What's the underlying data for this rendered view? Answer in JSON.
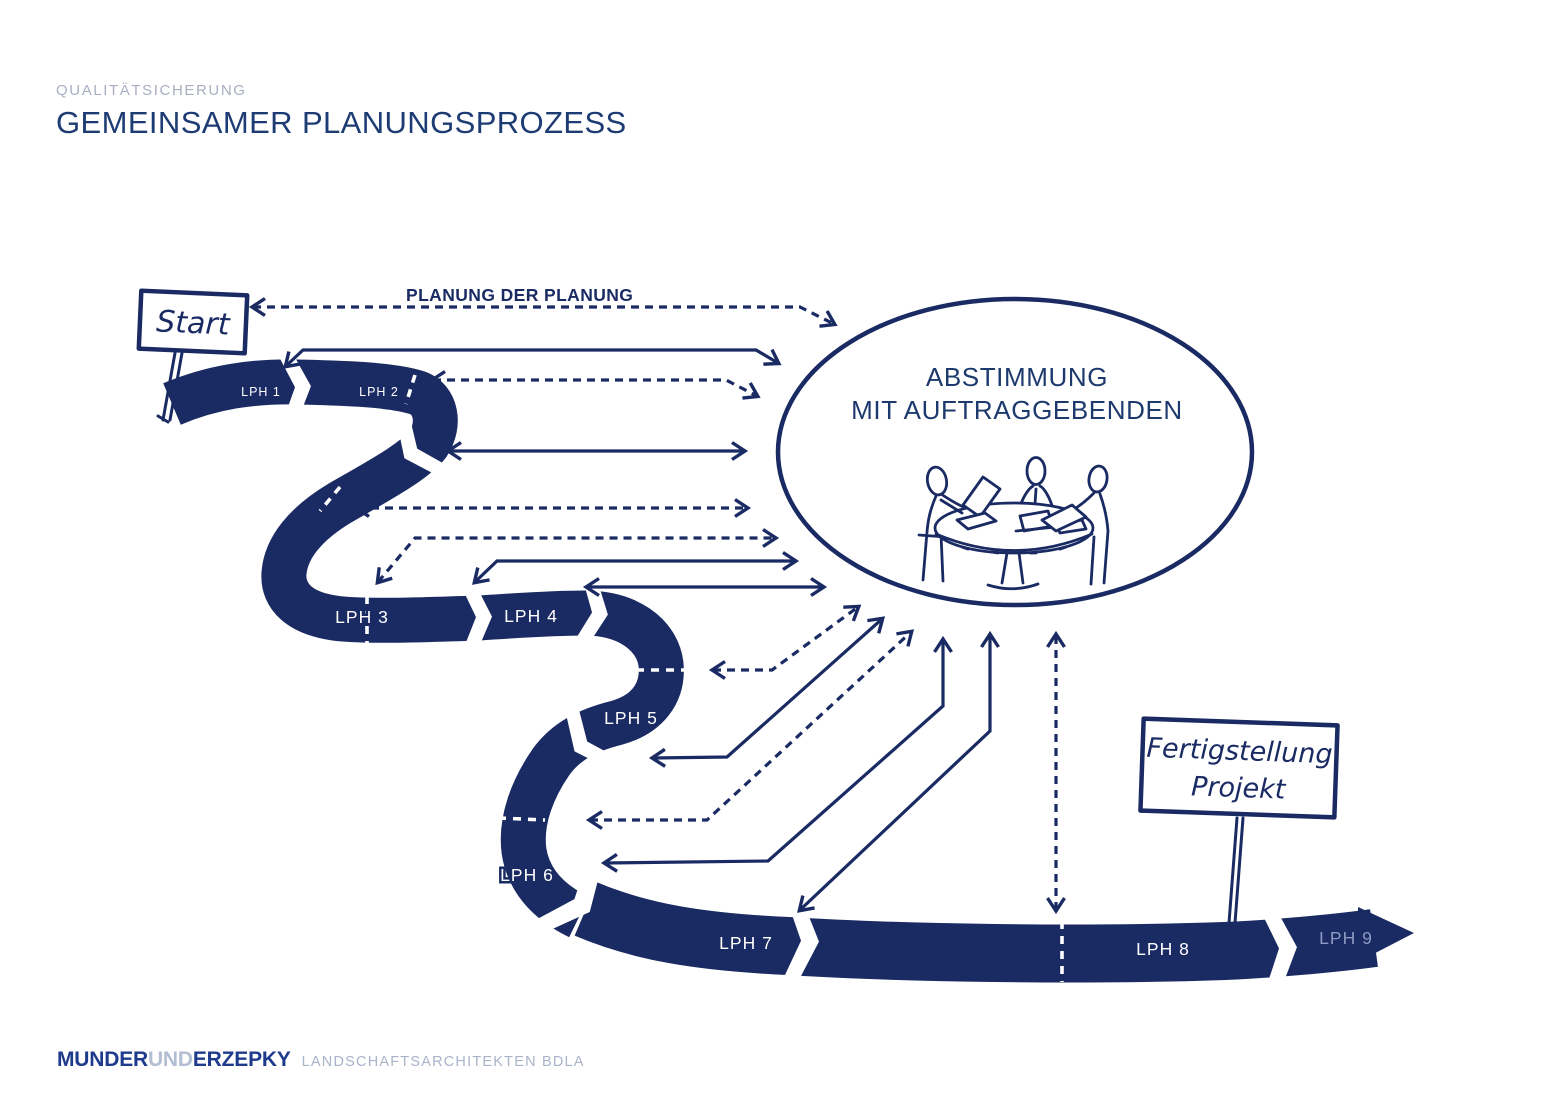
{
  "header": {
    "eyebrow": "QUALITÄTSICHERUNG",
    "title": "GEMEINSAMER PLANUNGSPROZESS"
  },
  "diagram": {
    "planning_loop_label": "PLANUNG DER PLANUNG",
    "start_sign_label": "Start",
    "finish_sign": {
      "line1": "Fertigstellung",
      "line2": "Projekt"
    },
    "ellipse": {
      "line1": "ABSTIMMUNG",
      "line2": "MIT AUFTRAGGEBENDEN"
    },
    "phases": [
      {
        "id": "lph1",
        "label": "LPH 1"
      },
      {
        "id": "lph2",
        "label": "LPH 2"
      },
      {
        "id": "lph3",
        "label": "LPH 3"
      },
      {
        "id": "lph4",
        "label": "LPH 4"
      },
      {
        "id": "lph5",
        "label": "LPH 5"
      },
      {
        "id": "lph6",
        "label": "LPH 6"
      },
      {
        "id": "lph7",
        "label": "LPH 7"
      },
      {
        "id": "lph8",
        "label": "LPH 8"
      },
      {
        "id": "lph9",
        "label": "LPH 9"
      }
    ]
  },
  "footer": {
    "brand_part1": "MUNDER",
    "brand_part2": "UND",
    "brand_part3": "ERZEPKY",
    "tagline": "LANDSCHAFTSARCHITEKTEN BDLA"
  },
  "colors": {
    "navy": "#1a2a63",
    "title_blue": "#1d3c74",
    "muted_gray": "#a8afc1",
    "brand_blue": "#1e3a8c",
    "light_blue_gray": "#b3bdd3",
    "lph9_label": "#8e9bc4"
  }
}
